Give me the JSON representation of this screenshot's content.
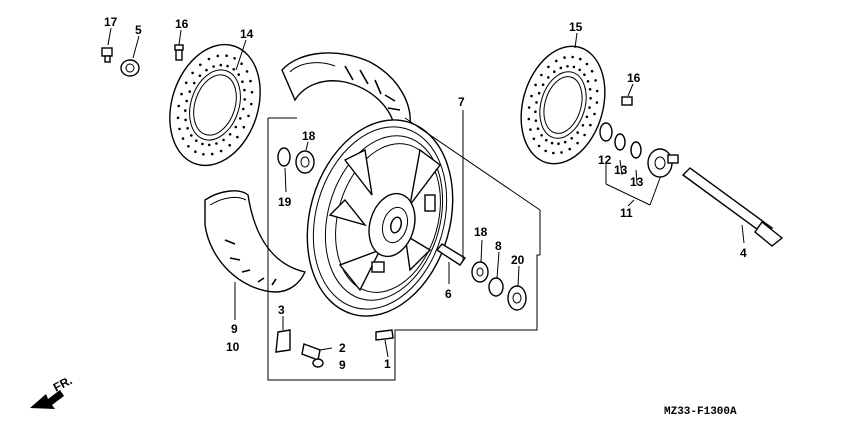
{
  "diagram_code": "MZ33-F1300A",
  "front_label": "FR.",
  "callouts": [
    {
      "id": "c17",
      "label": "17"
    },
    {
      "id": "c5",
      "label": "5"
    },
    {
      "id": "c16a",
      "label": "16"
    },
    {
      "id": "c14",
      "label": "14"
    },
    {
      "id": "c18a",
      "label": "18"
    },
    {
      "id": "c19",
      "label": "19"
    },
    {
      "id": "c7",
      "label": "7"
    },
    {
      "id": "c15",
      "label": "15"
    },
    {
      "id": "c16b",
      "label": "16"
    },
    {
      "id": "c12",
      "label": "12"
    },
    {
      "id": "c13a",
      "label": "13"
    },
    {
      "id": "c13b",
      "label": "13"
    },
    {
      "id": "c11",
      "label": "11"
    },
    {
      "id": "c4",
      "label": "4"
    },
    {
      "id": "c18b",
      "label": "18"
    },
    {
      "id": "c8",
      "label": "8"
    },
    {
      "id": "c20",
      "label": "20"
    },
    {
      "id": "c6",
      "label": "6"
    },
    {
      "id": "c3",
      "label": "3"
    },
    {
      "id": "c2",
      "label": "2"
    },
    {
      "id": "c9b",
      "label": "9"
    },
    {
      "id": "c1",
      "label": "1"
    },
    {
      "id": "c9a",
      "label": "9"
    },
    {
      "id": "c10",
      "label": "10"
    }
  ]
}
